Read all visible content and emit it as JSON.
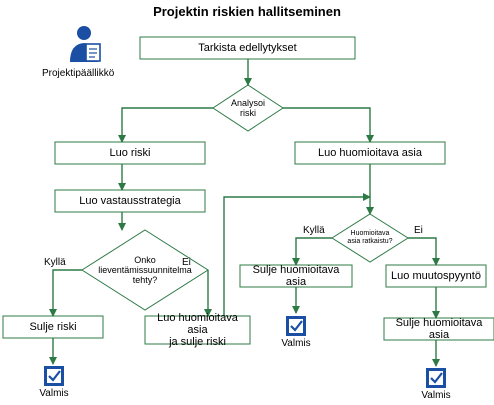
{
  "title": "Projektin riskien hallitseminen",
  "actor": {
    "label": "Projektipäällikkö",
    "icon": "project-manager-icon"
  },
  "nodes": {
    "check": "Tarkista edellytykset",
    "analyze": "Analysoi\nriski",
    "create_risk": "Luo riski",
    "create_issue": "Luo huomioitava asia",
    "strategy": "Luo vastausstrategia",
    "mitigation_q": "Onko\nlieventämissuunnitelma\ntehty?",
    "issue_resolved_q": "Huomioitava\nasia ratkaistu?",
    "close_risk": "Sulje riski",
    "issue_and_close": "Luo huomioitava asia\nja sulje riski",
    "close_issue_1": "Sulje huomioitava asia",
    "change_request": "Luo muutospyyntö",
    "close_issue_2": "Sulje huomioitava asia"
  },
  "edges": {
    "yes": "Kyllä",
    "no": "Ei"
  },
  "done_label": "Valmis",
  "colors": {
    "border": "#2d7a45",
    "arrow": "#2d7a45",
    "check_blue": "#1b4fa3"
  }
}
